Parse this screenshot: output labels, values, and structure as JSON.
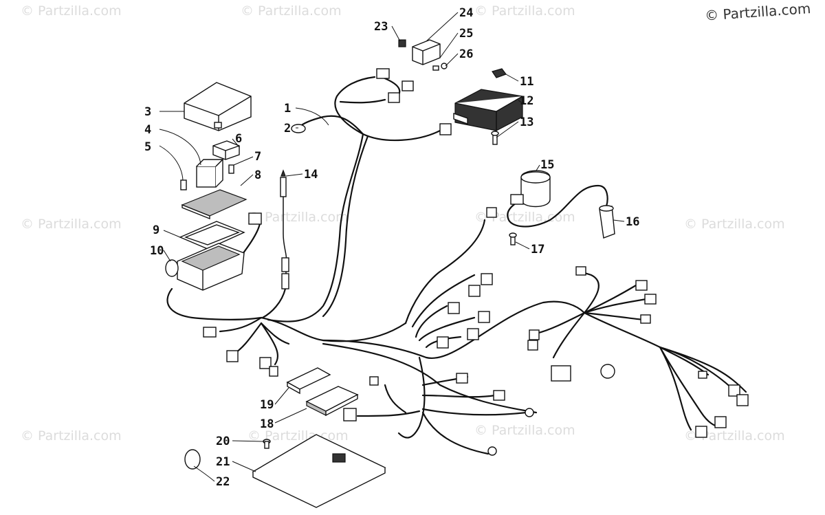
{
  "copyright": "© Partzilla.com",
  "watermark": "© Partzilla.com",
  "callouts": [
    {
      "num": "1"
    },
    {
      "num": "2"
    },
    {
      "num": "3"
    },
    {
      "num": "4"
    },
    {
      "num": "5"
    },
    {
      "num": "6"
    },
    {
      "num": "7"
    },
    {
      "num": "8"
    },
    {
      "num": "9"
    },
    {
      "num": "10"
    },
    {
      "num": "11"
    },
    {
      "num": "12"
    },
    {
      "num": "13"
    },
    {
      "num": "14"
    },
    {
      "num": "15"
    },
    {
      "num": "16"
    },
    {
      "num": "17"
    },
    {
      "num": "18"
    },
    {
      "num": "19"
    },
    {
      "num": "20"
    },
    {
      "num": "21"
    },
    {
      "num": "22"
    },
    {
      "num": "23"
    },
    {
      "num": "24"
    },
    {
      "num": "25"
    },
    {
      "num": "26"
    }
  ]
}
